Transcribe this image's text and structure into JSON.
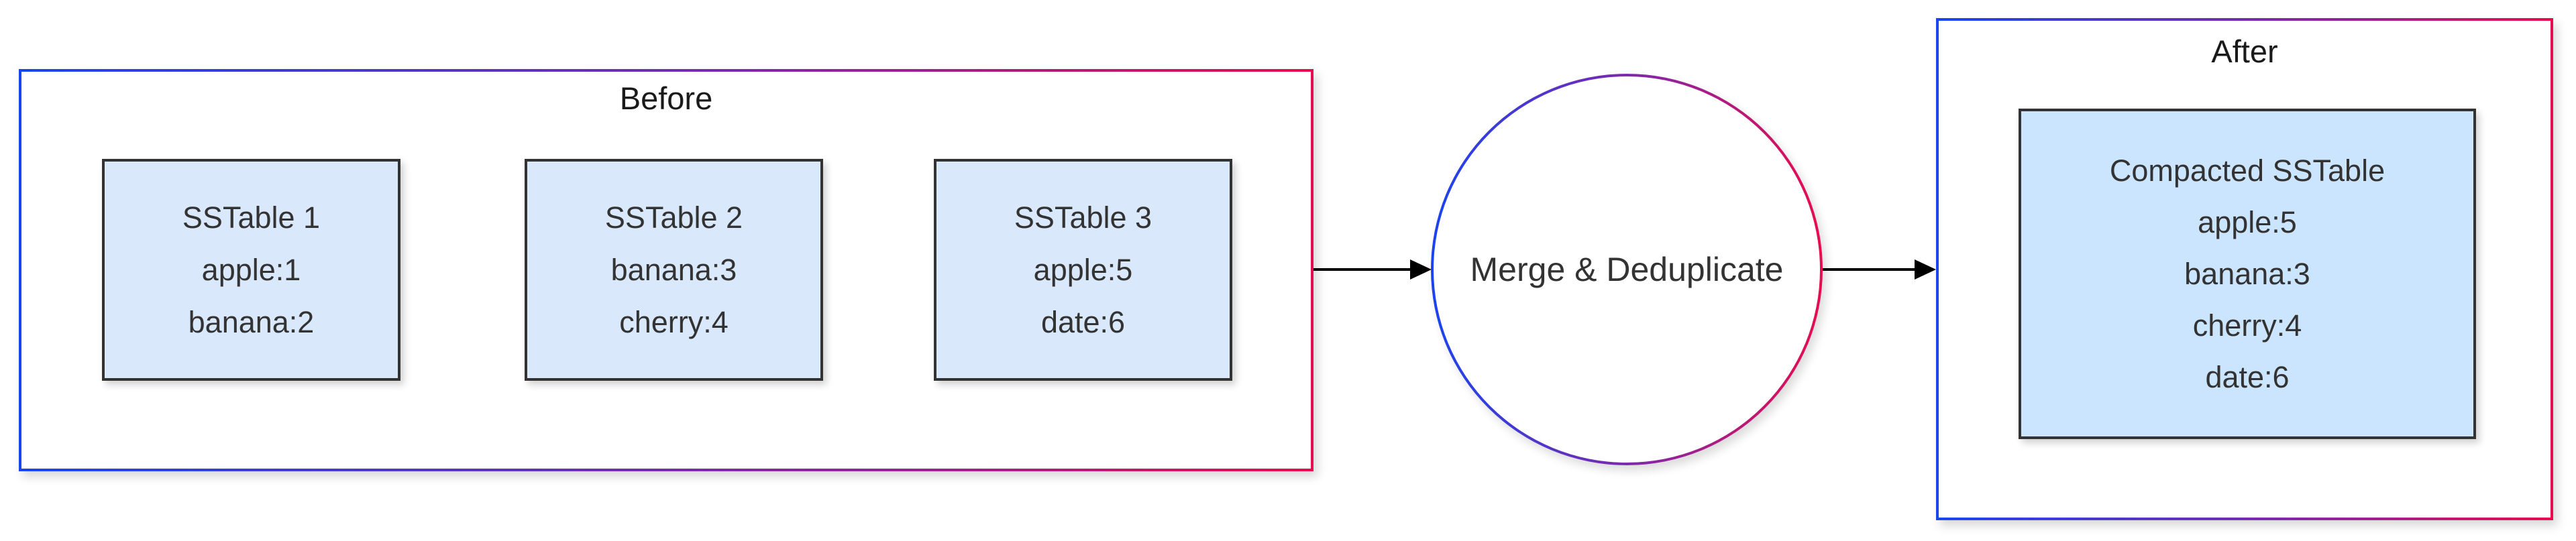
{
  "before": {
    "label": "Before",
    "tables": [
      {
        "title": "SSTable 1",
        "rows": [
          "apple:1",
          "banana:2"
        ]
      },
      {
        "title": "SSTable 2",
        "rows": [
          "banana:3",
          "cherry:4"
        ]
      },
      {
        "title": "SSTable 3",
        "rows": [
          "apple:5",
          "date:6"
        ]
      }
    ]
  },
  "process": {
    "label": "Merge & Deduplicate"
  },
  "after": {
    "label": "After",
    "table": {
      "title": "Compacted SSTable",
      "rows": [
        "apple:5",
        "banana:3",
        "cherry:4",
        "date:6"
      ]
    }
  },
  "icons": {
    "arrow_right": "right-arrowhead"
  },
  "colors": {
    "gradient-start": "#1b44ee",
    "gradient-mid": "#7c29ad",
    "gradient-end": "#e70c4f",
    "before-table-fill": "#dae8fc",
    "after-table-fill": "#cce5ff",
    "shape-border": "#333333",
    "shape-text": "#333333",
    "label-text": "#1a1a1a",
    "arrow": "#000000",
    "canvas-bg": "#ffffff"
  }
}
